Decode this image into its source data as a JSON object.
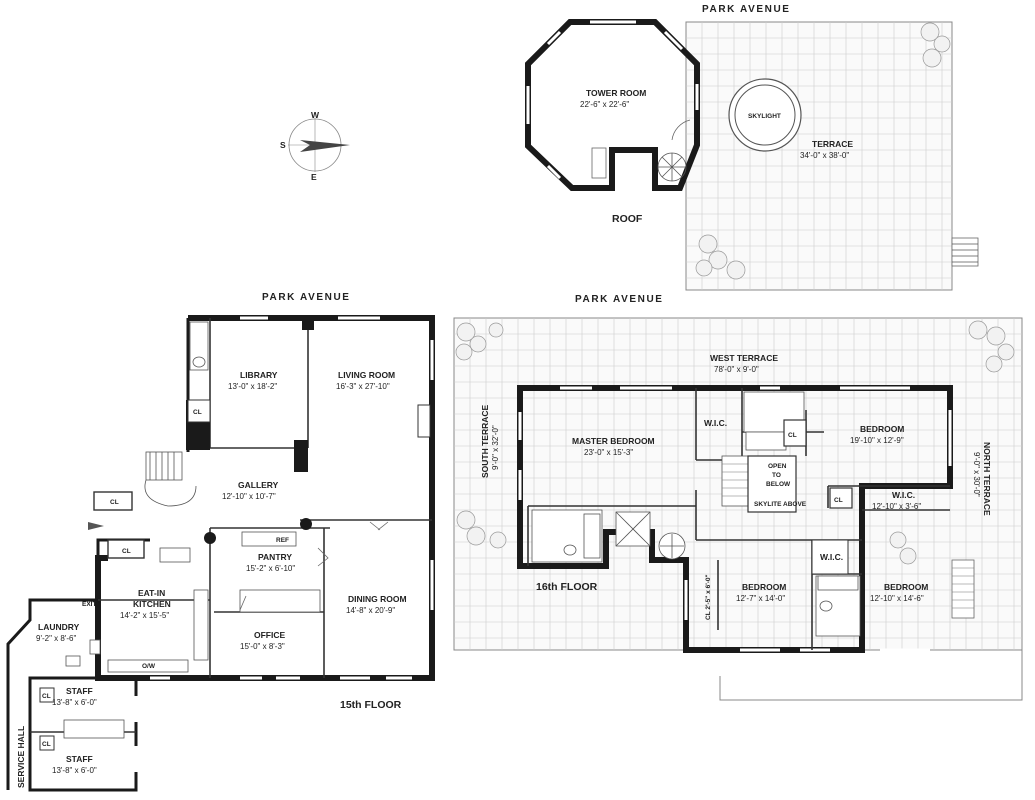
{
  "streets": {
    "top": "PARK AVENUE",
    "left": "PARK AVENUE",
    "right": "PARK AVENUE"
  },
  "compass": {
    "north": "W",
    "south": "E",
    "west": "S"
  },
  "roof": {
    "floor_label": "ROOF",
    "tower_room": {
      "name": "TOWER ROOM",
      "dim": "22'-6\" x 22'-6\""
    },
    "skylight": "SKYLIGHT",
    "terrace": {
      "name": "TERRACE",
      "dim": "34'-0\" x 38'-0\""
    }
  },
  "floor15": {
    "floor_label": "15th FLOOR",
    "library": {
      "name": "LIBRARY",
      "dim": "13'-0\" x 18'-2\""
    },
    "living_room": {
      "name": "LIVING ROOM",
      "dim": "16'-3\" x 27'-10\""
    },
    "gallery": {
      "name": "GALLERY",
      "dim": "12'-10\" x 10'-7\""
    },
    "pantry": {
      "name": "PANTRY",
      "dim": "15'-2\" x 6'-10\""
    },
    "kitchen": {
      "name": "EAT-IN\nKITCHEN",
      "name1": "EAT-IN",
      "name2": "KITCHEN",
      "dim": "14'-2\" x 15'-5\""
    },
    "dining_room": {
      "name": "DINING ROOM",
      "dim": "14'-8\" x 20'-9\""
    },
    "office": {
      "name": "OFFICE",
      "dim": "15'-0\" x 8'-3\""
    },
    "laundry": {
      "name": "LAUNDRY",
      "dim": "9'-2\" x 8'-6\""
    },
    "staff1": {
      "name": "STAFF",
      "dim": "13'-8\" x 6'-0\""
    },
    "staff2": {
      "name": "STAFF",
      "dim": "13'-8\" x 6'-0\""
    },
    "service_hall": "SERVICE HALL",
    "cl": "CL",
    "ref": "REF",
    "exit": "EXIT",
    "ow": "O/W"
  },
  "floor16": {
    "floor_label": "16th FLOOR",
    "west_terrace": {
      "name": "WEST TERRACE",
      "dim": "78'-0\" x 9'-0\""
    },
    "south_terrace": {
      "name": "SOUTH TERRACE",
      "dim": "9'-0\" x 32'-0\""
    },
    "north_terrace": {
      "name": "NORTH TERRACE",
      "dim": "9'-0\" x 30'-0\""
    },
    "master_bedroom": {
      "name": "MASTER BEDROOM",
      "dim": "23'-0\" x 15'-3\""
    },
    "wic1": "W.I.C.",
    "bedroom_ne": {
      "name": "BEDROOM",
      "dim": "19'-10\" x 12'-9\""
    },
    "open_below": {
      "line1": "OPEN",
      "line2": "TO",
      "line3": "BELOW"
    },
    "skylite": "SKYLITE ABOVE",
    "wic2": {
      "name": "W.I.C.",
      "dim": "12'-10\" x 3'-6\""
    },
    "wic3": "W.I.C.",
    "bedroom_sw": {
      "name": "BEDROOM",
      "dim": "12'-7\" x 14'-0\""
    },
    "bedroom_se": {
      "name": "BEDROOM",
      "dim": "12'-10\" x 14'-6\""
    },
    "cl": "CL",
    "cl_dim": "CL 2'-5\" x 6'-0\""
  }
}
